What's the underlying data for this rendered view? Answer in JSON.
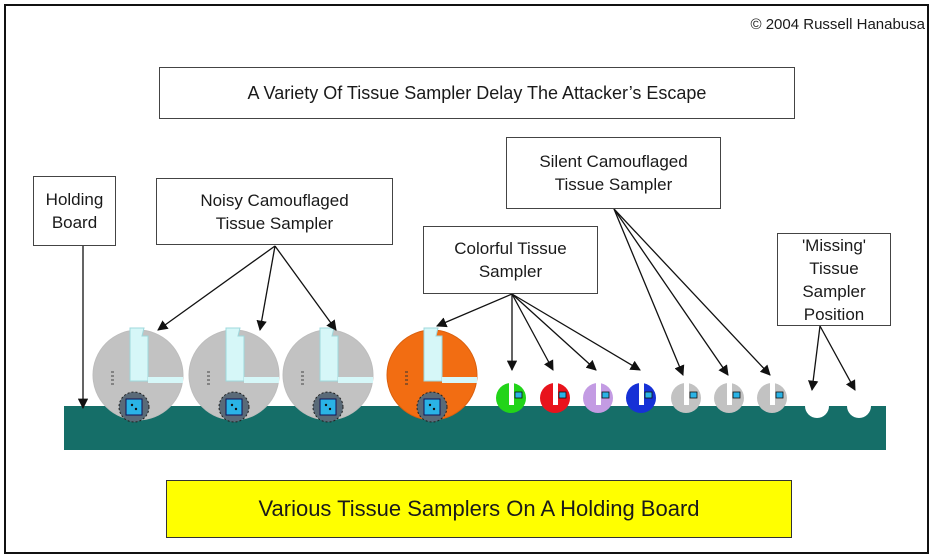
{
  "copyright": "© 2004  Russell Hanabusa",
  "title": "A Variety Of Tissue Sampler Delay The Attacker’s Escape",
  "labels": {
    "holding_board": "Holding\nBoard",
    "noisy": "Noisy Camouflaged\nTissue Sampler",
    "colorful": "Colorful Tissue\nSampler",
    "silent": "Silent Camouflaged\nTissue Sampler",
    "missing": "'Missing'\nTissue\nSampler\nPosition"
  },
  "caption": "Various Tissue Samplers On A Holding Board",
  "colors": {
    "board": "#156e68",
    "gray_sampler": "#c2c2c2",
    "orange_sampler": "#f26d12",
    "caption_bg": "#ffff00",
    "tab": "#d6f7f8",
    "button": "#2ab3e6",
    "green": "#22d419",
    "red": "#e8131c",
    "lavender": "#c39be3",
    "blue": "#1631d6"
  }
}
